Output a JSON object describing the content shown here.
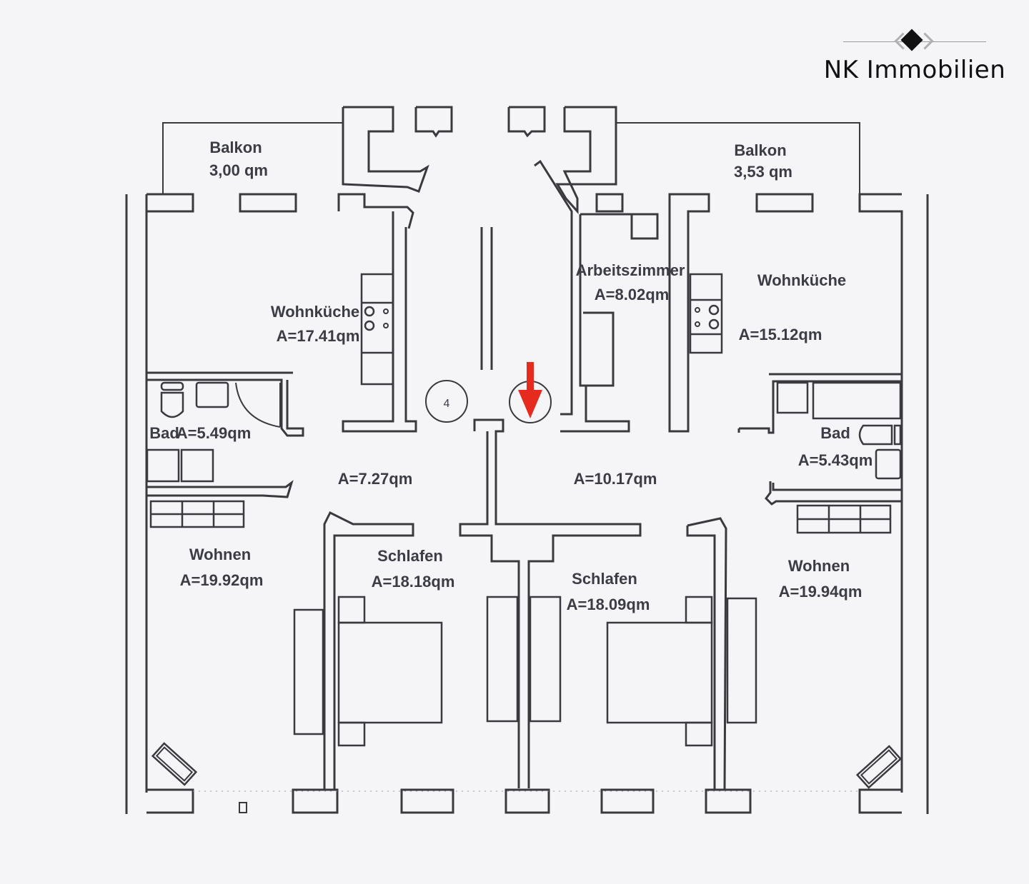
{
  "brand": {
    "name": "NK Immobilien",
    "logo_icon": "diamond-icon"
  },
  "plan": {
    "accent_color": "#e62b1e",
    "line_color": "#3a3a3e",
    "stair_number": "4",
    "entrance_icon": "arrow-down-icon",
    "rooms": [
      {
        "id": "balkon-left",
        "name": "Balkon",
        "area": "3,00 qm"
      },
      {
        "id": "balkon-right",
        "name": "Balkon",
        "area": "3,53 qm"
      },
      {
        "id": "wohnkueche-left",
        "name": "Wohnküche",
        "area": "A=17.41qm"
      },
      {
        "id": "arbeitszimmer",
        "name": "Arbeitszimmer",
        "area": "A=8.02qm"
      },
      {
        "id": "wohnkueche-right",
        "name": "Wohnküche",
        "area": "A=15.12qm"
      },
      {
        "id": "bad-left",
        "name": "Bad",
        "area": "A=5.49qm"
      },
      {
        "id": "bad-right",
        "name": "Bad",
        "area": "A=5.43qm"
      },
      {
        "id": "flur-left",
        "name": "",
        "area": "A=7.27qm"
      },
      {
        "id": "flur-right",
        "name": "",
        "area": "A=10.17qm"
      },
      {
        "id": "wohnen-left",
        "name": "Wohnen",
        "area": "A=19.92qm"
      },
      {
        "id": "schlafen-left",
        "name": "Schlafen",
        "area": "A=18.18qm"
      },
      {
        "id": "schlafen-right",
        "name": "Schlafen",
        "area": "A=18.09qm"
      },
      {
        "id": "wohnen-right",
        "name": "Wohnen",
        "area": "A=19.94qm"
      }
    ]
  }
}
